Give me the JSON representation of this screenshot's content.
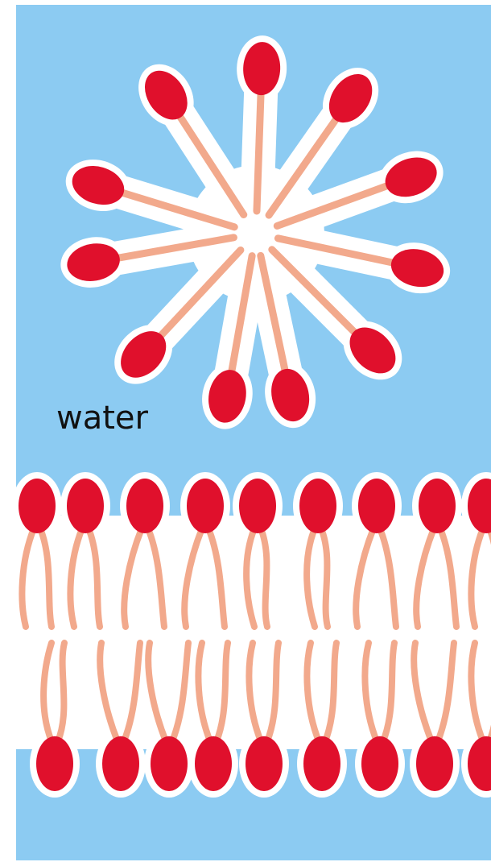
{
  "label": "water",
  "colors": {
    "water": "#8ccbf2",
    "head": "#e0102c",
    "tail": "#f2a98c",
    "core": "#ffffff",
    "text": "#111111"
  },
  "micelle_lipid_count": 11,
  "bilayer_lipid_count_per_leaflet": 9
}
